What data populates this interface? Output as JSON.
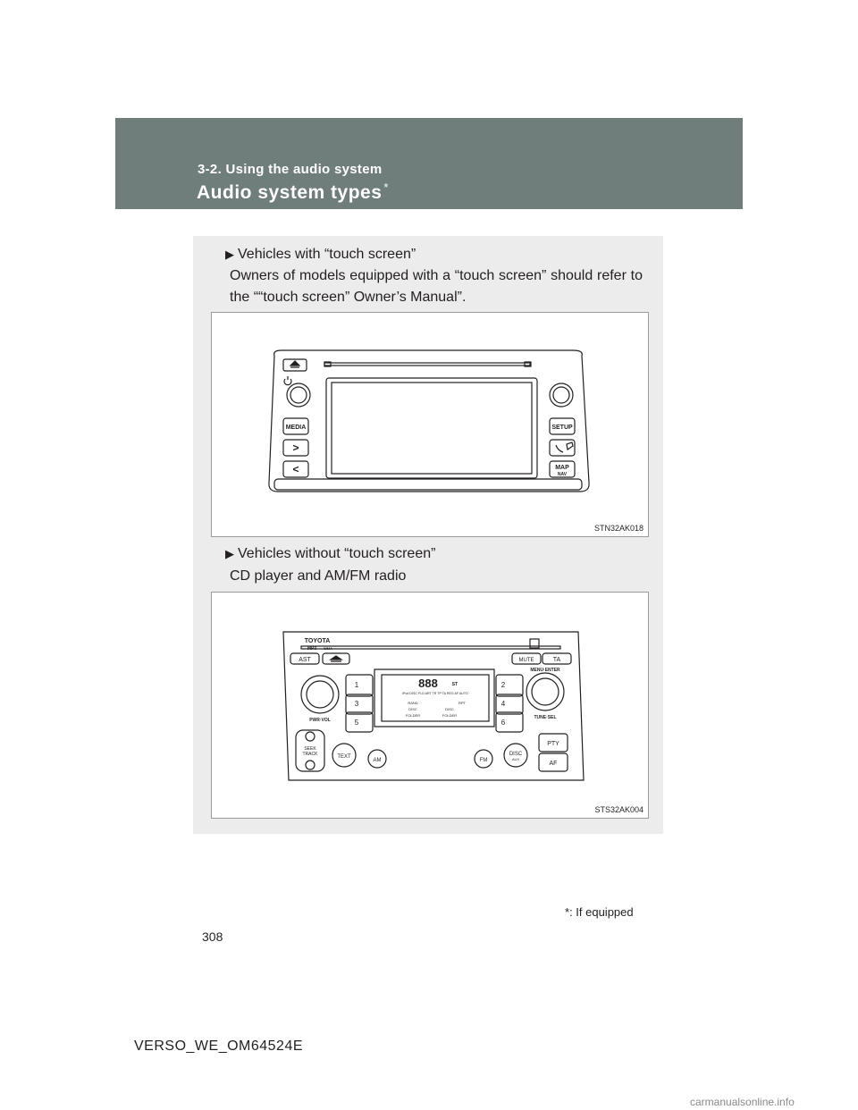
{
  "header": {
    "section": "3-2. Using the audio system",
    "title": "Audio system types",
    "title_mark": "*"
  },
  "items": [
    {
      "label": "Vehicles with “touch screen”",
      "desc": "Owners of models equipped with a “touch screen” should refer to the ““touch screen” Owner’s Manual”."
    },
    {
      "label": "Vehicles without “touch screen”",
      "desc": "CD player and AM/FM radio"
    }
  ],
  "figures": {
    "touch": {
      "code": "STN32AK018",
      "buttons": {
        "media": "MEDIA",
        "setup": "SETUP",
        "next": ">",
        "prev": "<",
        "map": "MAP",
        "nav": "NAV"
      }
    },
    "cd": {
      "code": "STS32AK004",
      "brand": "TOYOTA",
      "mp3": "MP3",
      "wma": "WMA",
      "ast": "AST",
      "mute": "MUTE",
      "ta": "TA",
      "menu_enter": "MENU·ENTER",
      "pwr_vol": "PWR·VOL",
      "tune_sel": "TUNE·SEL",
      "presets": [
        "1",
        "2",
        "3",
        "4",
        "5",
        "6"
      ],
      "seek": "SEEK",
      "track": "TRACK",
      "text": "TEXT",
      "am": "AM",
      "fm": "FM",
      "disc": "DISC",
      "aux": "AUX",
      "pty": "PTY",
      "af": "AF",
      "lcd_digits": "888",
      "lcd_st": "ST",
      "lcd_indicators": "iPod DISC FLD ART TR   TP TA REG AF AUTO",
      "lcd_rand": "RAND",
      "lcd_rpt": "RPT",
      "lcd_disc_l": "DISC",
      "lcd_disc_r": "DISC",
      "lcd_folder_l": "FOLDER",
      "lcd_folder_r": "FOLDER"
    }
  },
  "footnote": {
    "mark": "*",
    "text": ": If equipped"
  },
  "page_number": "308",
  "doc_id": "VERSO_WE_OM64524E",
  "watermark": "carmanualsonline.info"
}
